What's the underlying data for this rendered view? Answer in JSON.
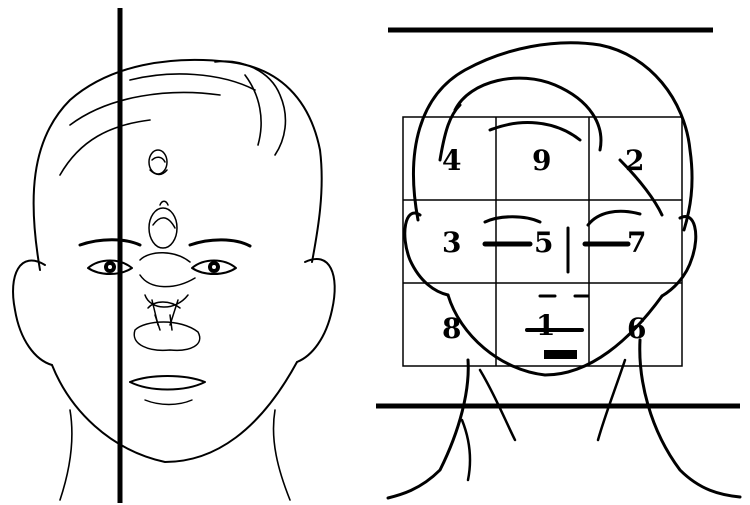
{
  "figure": {
    "panels": [
      "left-face-with-reflex-map",
      "right-face-with-3x3-grid"
    ]
  },
  "grid": {
    "rows": 3,
    "cols": 3,
    "cells": [
      [
        "4",
        "9",
        "2"
      ],
      [
        "3",
        "5",
        "7"
      ],
      [
        "8",
        "1",
        "6"
      ]
    ]
  },
  "colors": {
    "ink": "#000000",
    "background": "#ffffff"
  }
}
